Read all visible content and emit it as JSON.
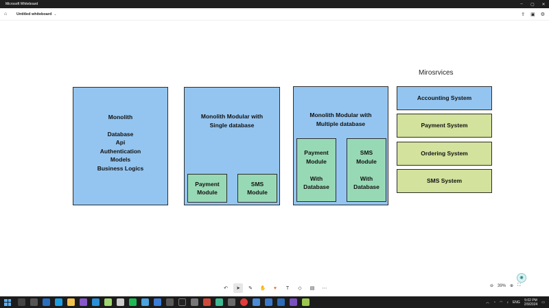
{
  "window": {
    "title": "Microsoft Whiteboard"
  },
  "appbar": {
    "doc_title": "Untitled whiteboard"
  },
  "canvas": {
    "monolith": {
      "title": "Monolith",
      "items": "Database\nApi\nAuthentication\nModels\nBusiness Logics"
    },
    "modular_single": {
      "title": "Monolith Modular with\nSingle database",
      "payment": "Payment\nModule",
      "sms": "SMS\nModule"
    },
    "modular_multi": {
      "title": "Monolith Modular with\nMultiple database",
      "payment": "Payment\nModule\n\nWith\nDatabase",
      "sms": "SMS\nModule\n\nWith\nDatabase"
    },
    "microservices": {
      "title": "Mirosrvices",
      "services": [
        {
          "label": "Accounting System",
          "color": "#94c5f0"
        },
        {
          "label": "Payment System",
          "color": "#d3e29c"
        },
        {
          "label": "Ordering System",
          "color": "#d3e29c"
        },
        {
          "label": "SMS System",
          "color": "#d3e29c"
        }
      ]
    }
  },
  "toolbar": {
    "tools": [
      "undo-icon",
      "select-icon",
      "pen-icon",
      "highlighter-icon",
      "reaction-icon",
      "text-icon",
      "shapes-icon",
      "note-icon",
      "more-icon"
    ]
  },
  "zoom": {
    "level": "39%"
  },
  "taskbar": {
    "lang": "ENG",
    "time": "5:02 PM",
    "date": "2/9/2024"
  },
  "colors": {
    "blue": "#94c5f0",
    "green": "#98d9b5",
    "lime": "#d3e29c"
  }
}
